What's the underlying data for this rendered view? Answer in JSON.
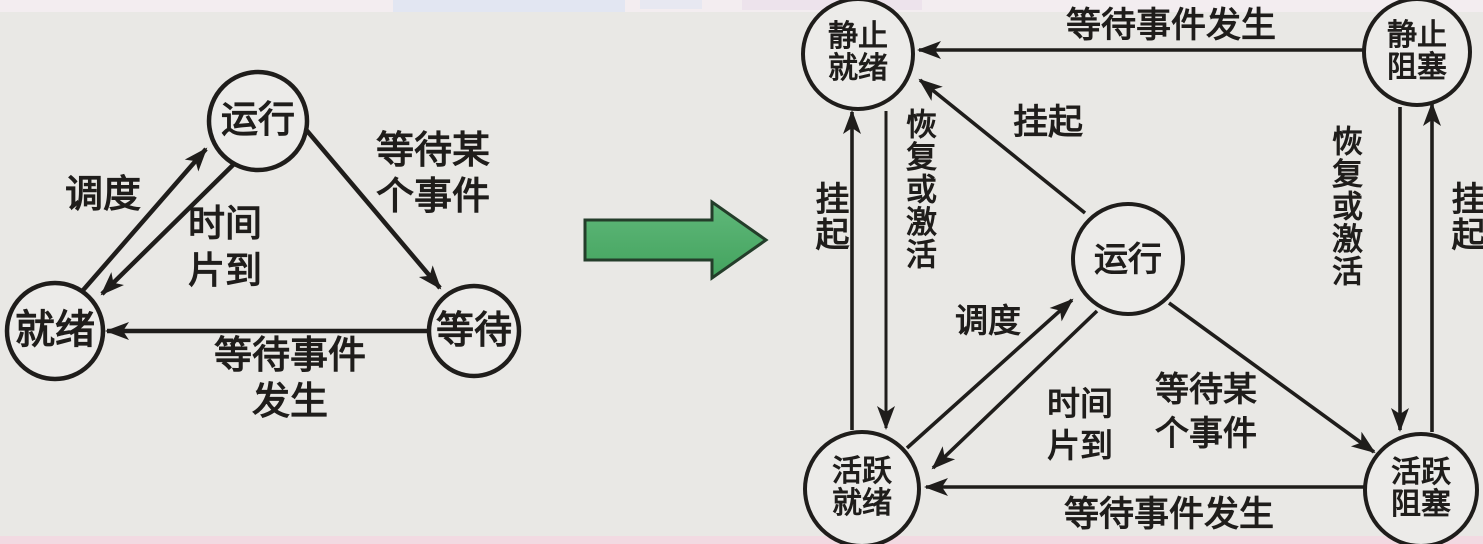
{
  "colors": {
    "canvas_bg": "#e9e8e5",
    "ink": "#1f1d1b",
    "circle_fill": "#ecebe9",
    "green_fill": "#43a35e",
    "green_fill_light": "#60b87a",
    "green_stroke": "#243d2a",
    "top_strip": "#f3edf0",
    "top_blob_blue": "#dde3f3",
    "top_blob_pink": "#e9dcea",
    "bottom_strip": "#f2dae2"
  },
  "left_diagram": {
    "nodes": {
      "running": "运行",
      "ready": "就绪",
      "waiting": "等待"
    },
    "labels": {
      "schedule": "调度",
      "time_slice": "时间\n片到",
      "wait_some_event": "等待某\n个事件",
      "wait_event_occurs": "等待事件\n发生"
    }
  },
  "right_diagram": {
    "nodes": {
      "static_ready": "静止\n就绪",
      "static_blocked": "静止\n阻塞",
      "running": "运行",
      "active_ready": "活跃\n就绪",
      "active_blocked": "活跃\n阻塞"
    },
    "labels": {
      "wait_event_occurs_top": "等待事件发生",
      "suspend_diagonal": "挂起",
      "suspend_left": "挂起",
      "resume_or_activate_left": "恢复或激活",
      "resume_or_activate_right": "恢复或激活",
      "suspend_right": "挂起",
      "schedule": "调度",
      "time_slice": "时间\n片到",
      "wait_some_event": "等待某\n个事件",
      "wait_event_occurs_bottom": "等待事件发生"
    }
  }
}
